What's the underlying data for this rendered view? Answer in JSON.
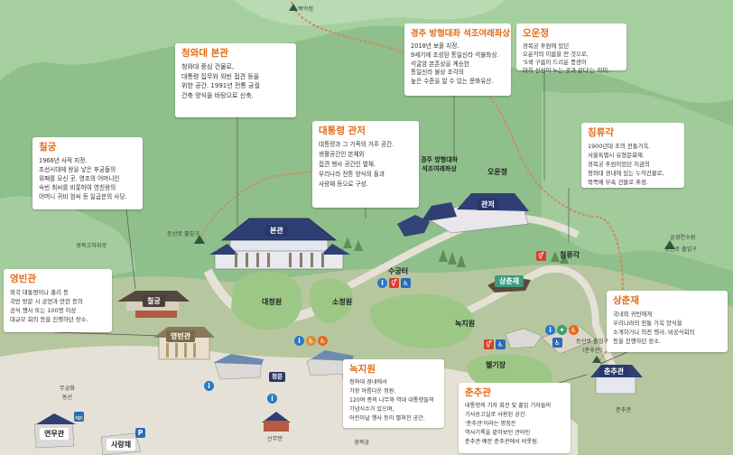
{
  "map": {
    "places": {
      "baegakjeong": "백악정",
      "gyeongbukgochangbuhwa": "경북고하위로",
      "chungsanchuripgu": "등산로 출입구",
      "chungsanchuripgu_east": "등산로 출입구",
      "gungyeongsu": "궁경연수원",
      "sugunteo": "수궁터",
      "daejeongwon": "대정원",
      "sojeongwon": "소정원",
      "nokjiwon": "녹지원",
      "helgijang": "헬기장",
      "gyeongju_statue": "경주 방형대좌\n석조여래좌상",
      "ojeong": "오운정",
      "chimnyugak": "침류각",
      "sangchunjae": "상춘재",
      "chunchugwan": "춘추관",
      "chunchugwan_hall": "춘추관",
      "cheongwadae_main": "본관",
      "gwanjeo": "관저",
      "chilgung": "칠궁",
      "yeongbingwan": "영빈관",
      "cheongun": "정문",
      "sinmu": "신무문",
      "gyeongbokgung": "경복궁",
      "mugunghwa": "무궁화\n동산",
      "yeonmugwan": "연무관",
      "sarangchae": "사랑채",
      "chunchugwan_entrance": "등산로 출입구\n(춘추관)"
    },
    "callouts": {
      "bongwan": {
        "title": "청와대 본관",
        "body": "청와대 중심 건물로,\n대통령 집무와 외빈 접견 등을\n위한 공간. 1991년 전통 궁궐\n건축 양식을 바탕으로 신축."
      },
      "gyeongju": {
        "title": "경주 방형대좌 석조여래좌상",
        "body": "2018년 보물 지정.\n9세기에 조성된 통일신라 석불좌상.\n석굴암 본존상을 계승한\n통일신라 불상 조각의\n높은 수준을 알 수 있는 문화유산."
      },
      "oun": {
        "title": "오운정",
        "body": "경복궁 후원에 있던\n오운각의 이름을 딴 것으로,\n'5색 구름이 드리운 풍광이\n마치 신선이 노는 곳과 같다'는 의미."
      },
      "chilgung": {
        "title": "칠궁",
        "body": "1966년 사적 지정.\n조선시대에 왕을 낳은 후궁들의\n위패를 모신 곳. 영조의 어머니인\n숙빈 최씨를 비롯하여 영친왕의\n어머니 귀비 엄씨 등 일곱분의 사당."
      },
      "gwanjeo": {
        "title": "대통령 관저",
        "body": "대통령과 그 가족의 거주 공간.\n생활공간인 본채와\n접견 행사 공간인 별채.\n우리나라 전통 양식의 돌과\n사랑채 등으로 구성."
      },
      "chimnyu": {
        "title": "침류각",
        "body": "1900년대 초의 전통가옥.\n서울특별시 유형문화재.\n경복궁 후원이었던 지금의\n청와대 경내에 있는 누각건물로,\n북쪽에 부속 건물로 추정."
      },
      "yeongbin": {
        "title": "영빈관",
        "body": "외국 대통령이나 총리 등\n국빈 방문 시 공연과 만찬 등의\n공식 행사 또는 100명 이상\n대규모 회의 등을 진행하던 장소."
      },
      "sangchun": {
        "title": "상춘재",
        "body": "국내외 귀빈에게\n우리나라의 전통 가옥 양식을\n소개하거나 의전 행사, 비공식회의\n등을 진행하던 장소."
      },
      "nokji": {
        "title": "녹지원",
        "body": "청와대 경내에서\n가장 아름다운 정원.\n120여 종의 나무와 역대 대통령들의\n기념식수가 있으며,\n어린이날 행사 등이 펼쳐진 공간."
      },
      "chunchu": {
        "title": "춘추관",
        "body": "대통령의 기자 회견 및 출입 기자들의\n기사송고실로 사용된 공간.\n'춘추관'이라는 명칭은\n역사기록을 맡아보던 관아인\n춘추관·예문 춘추관에서 비롯됨."
      }
    },
    "icons": {
      "info": "i",
      "wc": "♿",
      "toilet": "🚻"
    },
    "colors": {
      "ground": "#8fbf8a",
      "trail": "#d8956a",
      "road": "#e9e6df",
      "accent": "#e36a16",
      "navy": "#29386b"
    }
  }
}
